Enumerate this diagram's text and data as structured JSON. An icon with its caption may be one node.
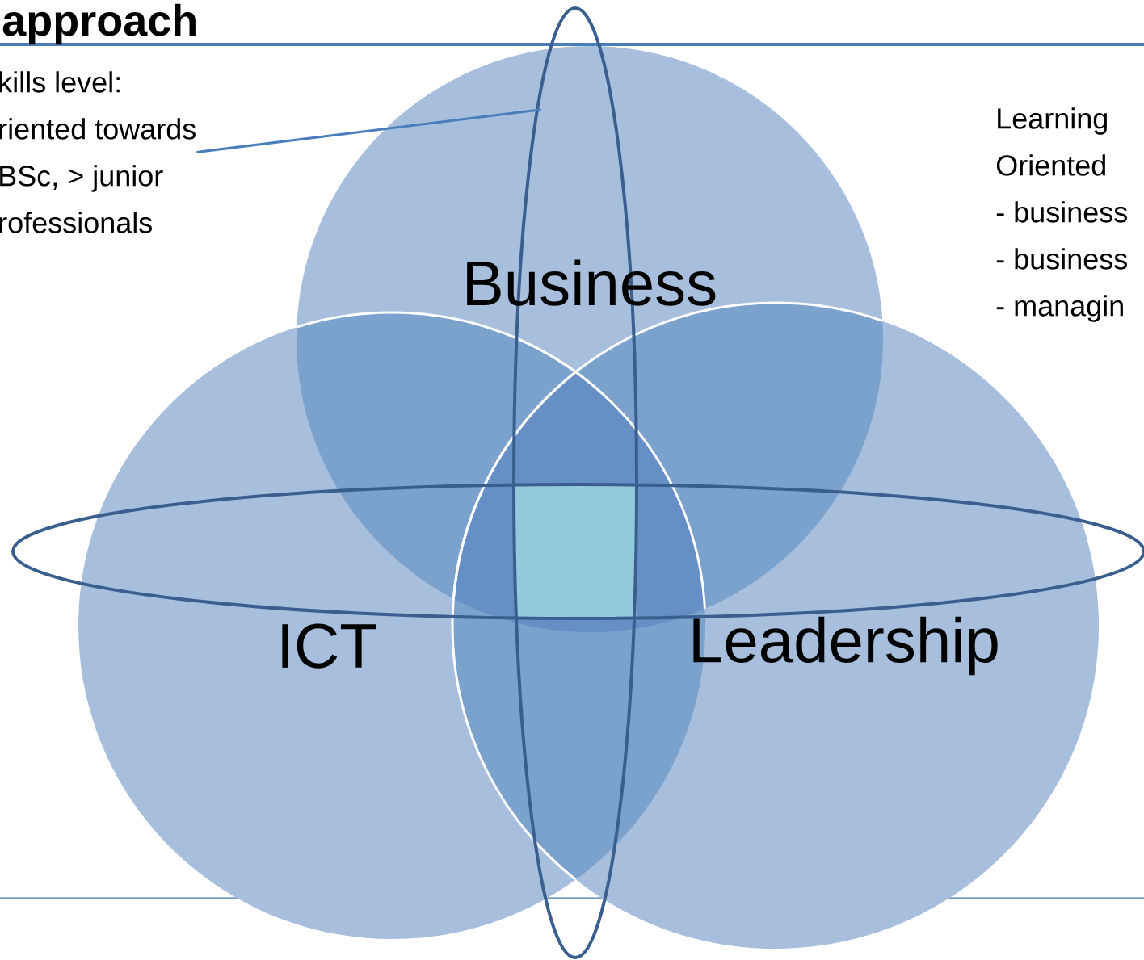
{
  "diagram": {
    "title": "approach",
    "nodes": [
      {
        "text": [
          "kills level:",
          "riented towards",
          "BSc, > junior",
          "rofessionals"
        ]
      },
      {
        "text": [
          "Learning",
          "Oriented",
          "- business",
          "- business",
          "- managin"
        ]
      },
      {
        "text": [
          "Business"
        ]
      },
      {
        "text": [
          "ICT"
        ]
      },
      {
        "text": [
          "Leadership"
        ]
      }
    ],
    "edges": [
      {
        "from": 0,
        "to": 2,
        "arrow": "none"
      }
    ]
  }
}
